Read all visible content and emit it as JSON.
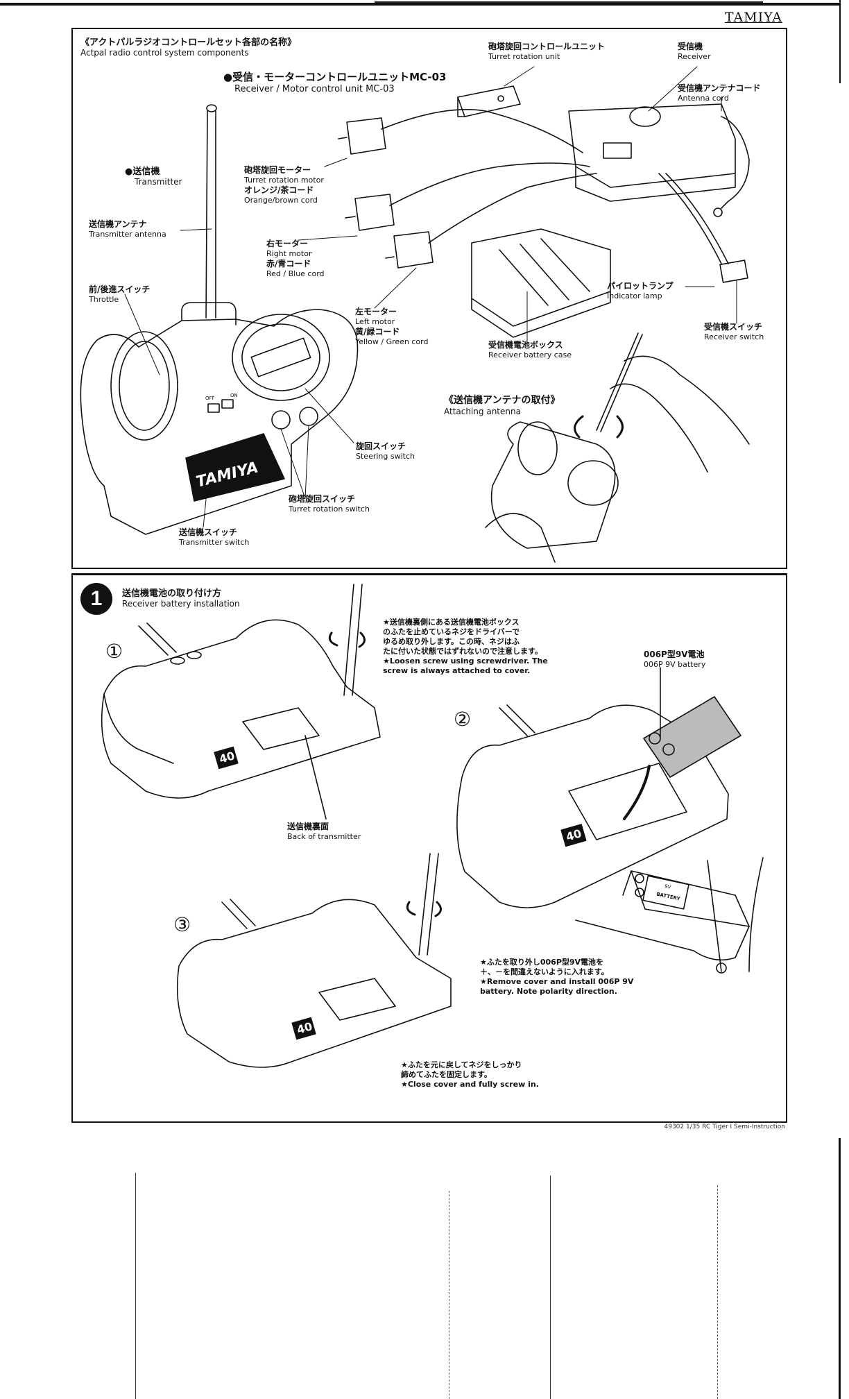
{
  "header": {
    "brand": "TAMIYA"
  },
  "components_panel": {
    "title_jp": "《アクトパルラジオコントロールセット各部の名称》",
    "title_en": "Actpal radio control system components",
    "receiver_unit": {
      "jp": "●受信・モーターコントロールユニットMC-03",
      "en": "Receiver / Motor control unit MC-03"
    },
    "transmitter": {
      "jp": "●送信機",
      "en": "Transmitter"
    },
    "labels": [
      {
        "id": "turret-rotation-unit",
        "jp": "砲塔旋回コントロールユニット",
        "en": "Turret rotation unit"
      },
      {
        "id": "receiver",
        "jp": "受信機",
        "en": "Receiver"
      },
      {
        "id": "antenna-cord",
        "jp": "受信機アンテナコード",
        "en": "Antenna cord"
      },
      {
        "id": "turret-rotation-motor",
        "jp": "砲塔旋回モーター",
        "en": "Turret rotation motor",
        "jp2": "オレンジ/茶コード",
        "en2": "Orange/brown cord"
      },
      {
        "id": "transmitter-antenna",
        "jp": "送信機アンテナ",
        "en": "Transmitter antenna"
      },
      {
        "id": "right-motor",
        "jp": "右モーター",
        "en": "Right motor",
        "jp2": "赤/青コード",
        "en2": "Red / Blue cord"
      },
      {
        "id": "throttle",
        "jp": "前/後進スイッチ",
        "en": "Throttle"
      },
      {
        "id": "indicator-lamp",
        "jp": "パイロットランプ",
        "en": "Indicator lamp"
      },
      {
        "id": "left-motor",
        "jp": "左モーター",
        "en": "Left motor",
        "jp2": "黄/緑コード",
        "en2": "Yellow / Green cord"
      },
      {
        "id": "receiver-battery-case",
        "jp": "受信機電池ボックス",
        "en": "Receiver battery case"
      },
      {
        "id": "receiver-switch",
        "jp": "受信機スイッチ",
        "en": "Receiver switch"
      },
      {
        "id": "steering-switch",
        "jp": "旋回スイッチ",
        "en": "Steering switch"
      },
      {
        "id": "turret-rotation-switch",
        "jp": "砲塔旋回スイッチ",
        "en": "Turret rotation switch"
      },
      {
        "id": "transmitter-switch",
        "jp": "送信機スイッチ",
        "en": "Transmitter switch"
      }
    ],
    "attaching_antenna": {
      "jp": "《送信機アンテナの取付》",
      "en": "Attaching antenna"
    },
    "transmitter_switch_marks": {
      "off": "OFF",
      "on": "ON"
    },
    "transmitter_logo": "TAMIYA"
  },
  "step1_panel": {
    "step_number": "1",
    "title_jp": "送信機電池の取り付け方",
    "title_en": "Receiver battery installation",
    "substeps": [
      {
        "num": "①"
      },
      {
        "num": "②"
      },
      {
        "num": "③"
      }
    ],
    "back_label": {
      "jp": "送信機裏面",
      "en": "Back of transmitter"
    },
    "battery_label": {
      "jp": "006P型9V電池",
      "en": "006P 9V battery"
    },
    "note1": {
      "jp": [
        "★送信機裏側にある送信機電池ボックス",
        "のふたを止めているネジをドライバーで",
        "ゆるめ取り外します。この時、ネジはふ",
        "たに付いた状態ではずれないので注意します。"
      ],
      "en": [
        "★Loosen screw using screwdriver. The",
        "screw is always attached to cover."
      ]
    },
    "note2": {
      "jp": [
        "★ふたを取り外し006P型9V電池を",
        "＋、－を間違えないように入れます。"
      ],
      "en": [
        "★Remove cover and install 006P 9V",
        "battery. Note polarity direction."
      ]
    },
    "note3": {
      "jp": [
        "★ふたを元に戻してネジをしっかり",
        "締めてふたを固定します。"
      ],
      "en": [
        "★Close cover and fully screw in."
      ]
    },
    "mark_40": "40",
    "battery_marks": {
      "volt": "9V",
      "battery": "BATTERY"
    }
  },
  "footer": {
    "text": "49302 1/35 RC Tiger I Semi-Instruction"
  }
}
